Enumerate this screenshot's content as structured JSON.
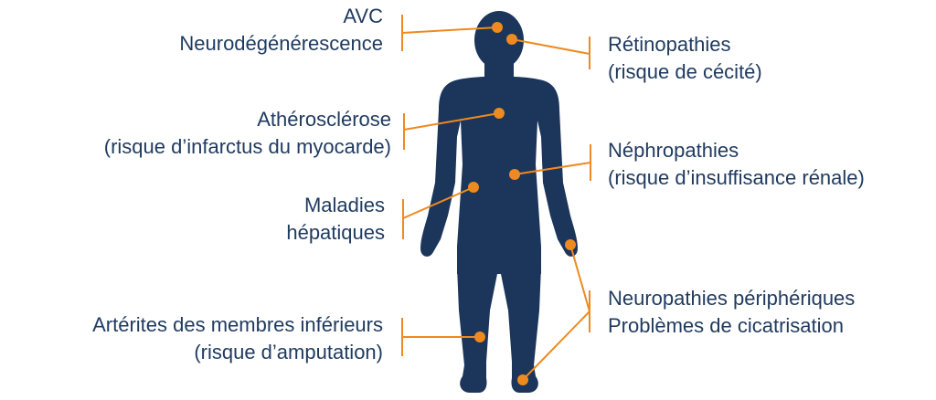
{
  "colors": {
    "body": "#1b355b",
    "connector": "#ee8a1f",
    "text": "#1f3a5f"
  },
  "labels": {
    "avc": {
      "line1": "AVC",
      "line2": "Neurodégénérescence"
    },
    "retinopathies": {
      "line1": "Rétinopathies",
      "line2": "(risque de cécité)"
    },
    "atherosclerose": {
      "line1": "Athérosclérose",
      "line2": "(risque d’infarctus du myocarde)"
    },
    "nephropathies": {
      "line1": "Néphropathies",
      "line2": "(risque d’insuffisance rénale)"
    },
    "maladies": {
      "line1": "Maladies",
      "line2": "hépatiques"
    },
    "arterites": {
      "line1": "Artérites des membres inférieurs",
      "line2": "(risque d’amputation)"
    },
    "neuropathies": {
      "line1": "Neuropathies périphériques",
      "line2": "Problèmes de cicatrisation"
    }
  }
}
